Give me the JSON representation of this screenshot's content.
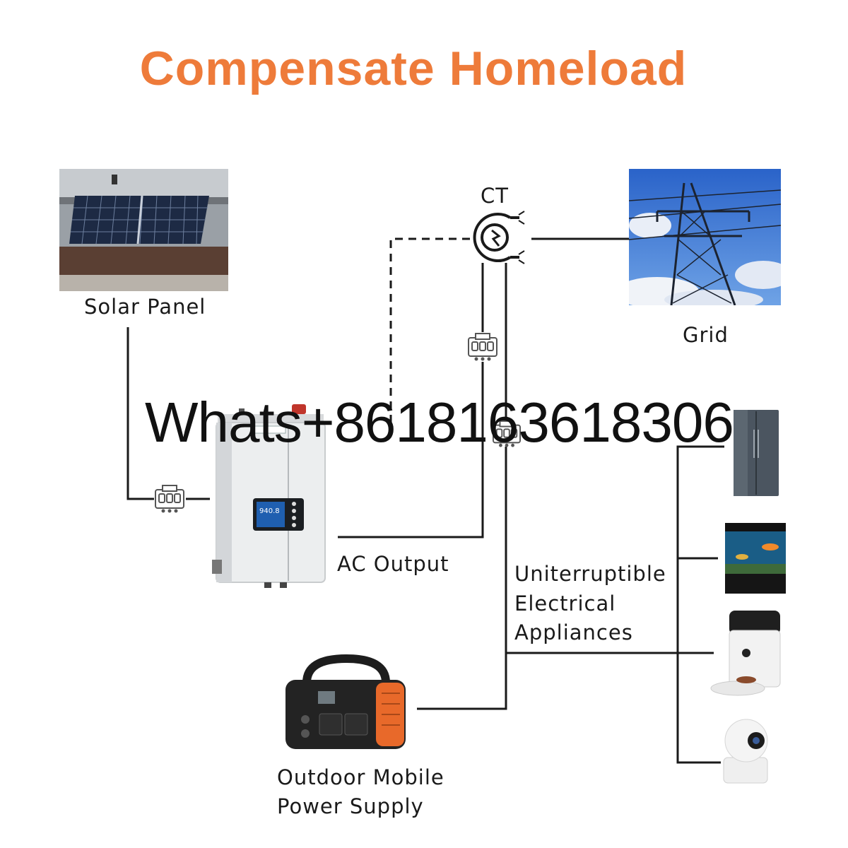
{
  "title": "Compensate Homeload",
  "colors": {
    "title": "#EE7B3A",
    "wire": "#1a1a1a",
    "orange_device": "#E8692A"
  },
  "labels": {
    "solar_panel": "Solar Panel",
    "ct": "CT",
    "grid": "Grid",
    "ac_output": "AC Output",
    "appliances_line1": "Uniterruptible",
    "appliances_line2": "Electrical",
    "appliances_line3": "Appliances",
    "outdoor_line1": "Outdoor Mobile",
    "outdoor_line2": "Power Supply"
  },
  "inverter_display": "940.8",
  "watermark": "Whats+8618163618306",
  "icons": [
    "solar-panel-photo",
    "grid-tower-photo",
    "ct-clamp-icon",
    "connector-icon",
    "inverter-photo",
    "refrigerator-photo",
    "aquarium-photo",
    "pet-feeder-photo",
    "security-camera-photo",
    "power-station-photo"
  ]
}
